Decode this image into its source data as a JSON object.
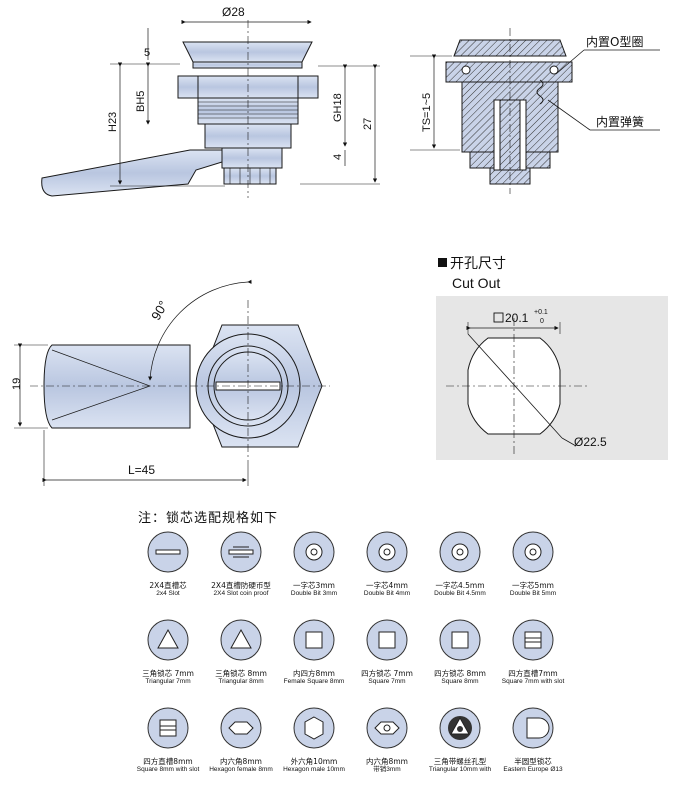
{
  "side_view": {
    "dim_diameter": "Ø28",
    "dim_top": "5",
    "dim_h23": "H23",
    "dim_bh5": "BH5",
    "dim_gh18": "GH18",
    "dim_27": "27",
    "dim_4": "4"
  },
  "section_view": {
    "dim_ts": "TS=1~5",
    "label_oring": "内置O型圈",
    "label_spring": "内置弹簧"
  },
  "front_view": {
    "dim_angle": "90°",
    "dim_width": "19",
    "dim_length": "L=45"
  },
  "cutout": {
    "title_cn": "开孔尺寸",
    "title_en": "Cut Out",
    "dim_square": "20.1",
    "tol_upper": "+0.1",
    "tol_lower": "0",
    "dim_diameter": "Ø22.5"
  },
  "note": "注：锁芯选配规格如下",
  "cores": [
    {
      "cn": "2X4直槽芯",
      "en": "2x4 Slot",
      "icon": "slot-icon"
    },
    {
      "cn": "2X4直槽防硬币型",
      "en": "2X4 Slot coin proof",
      "icon": "slot-coin-proof-icon"
    },
    {
      "cn": "一字芯3mm",
      "en": "Double Bit 3mm",
      "icon": "double-bit-icon"
    },
    {
      "cn": "一字芯4mm",
      "en": "Double Bit 4mm",
      "icon": "double-bit-icon"
    },
    {
      "cn": "一字芯4.5mm",
      "en": "Double Bit 4.5mm",
      "icon": "double-bit-icon"
    },
    {
      "cn": "一字芯5mm",
      "en": "Double Bit 5mm",
      "icon": "double-bit-icon"
    },
    {
      "cn": "三角锁芯 7mm",
      "en": "Triangular 7mm",
      "icon": "triangle-icon"
    },
    {
      "cn": "三角锁芯 8mm",
      "en": "Triangular 8mm",
      "icon": "triangle-icon"
    },
    {
      "cn": "内四方8mm",
      "en": "Female Square 8mm",
      "icon": "square-icon"
    },
    {
      "cn": "四方锁芯 7mm",
      "en": "Square 7mm",
      "icon": "square-icon"
    },
    {
      "cn": "四方锁芯 8mm",
      "en": "Square 8mm",
      "icon": "square-icon"
    },
    {
      "cn": "四方直槽7mm",
      "en": "Square 7mm with slot",
      "icon": "square-slot-icon"
    },
    {
      "cn": "四方直槽8mm",
      "en": "Square 8mm with slot",
      "icon": "square-slot-icon"
    },
    {
      "cn": "内六角8mm",
      "en": "Hexagon female 8mm",
      "icon": "hexagon-female-icon"
    },
    {
      "cn": "外六角10mm",
      "en": "Hexagon male 10mm",
      "icon": "hexagon-male-icon"
    },
    {
      "cn": "内六角8mm",
      "en": "带销3mm",
      "icon": "hexagon-pin-icon"
    },
    {
      "cn": "三角带螺丝孔型",
      "en": "Triangular 10mm with",
      "icon": "triangle-screw-icon"
    },
    {
      "cn": "半圆型锁芯",
      "en": "Eastern Europe Ø13",
      "icon": "half-round-icon"
    }
  ],
  "colors": {
    "part_fill": "#c9d3e8",
    "part_stroke": "#1a1a1a",
    "hatch": "#5a5a5a",
    "cutout_bg": "#e6e6e6"
  }
}
